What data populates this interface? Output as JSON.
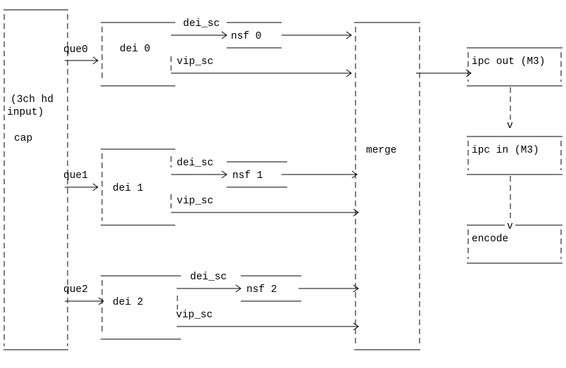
{
  "nodes": {
    "cap_input_line1": "(3ch hd",
    "cap_input_line2": "input)",
    "cap": "cap",
    "que0": "que0",
    "que1": "que1",
    "que2": "que2",
    "dei0": "dei 0",
    "dei1": "dei 1",
    "dei2": "dei 2",
    "dei_sc": "dei_sc",
    "vip_sc": "vip_sc",
    "nsf0": "nsf 0",
    "nsf1": "nsf 1",
    "nsf2": "nsf 2",
    "merge": "merge",
    "ipc_out": "ipc out (M3)",
    "ipc_in": "ipc in (M3)",
    "encode": "encode",
    "v_marker": "v"
  }
}
